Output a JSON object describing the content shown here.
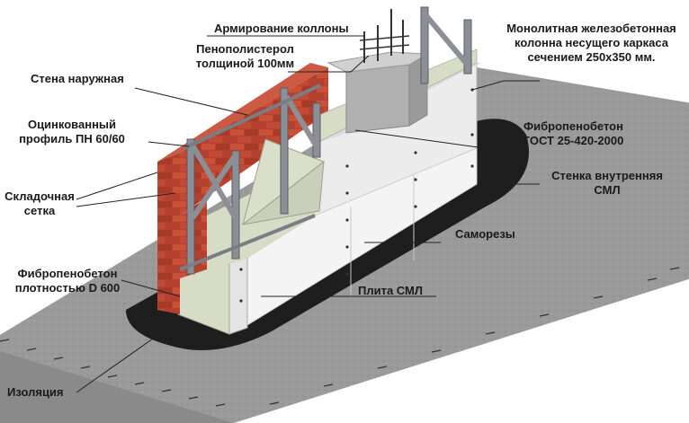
{
  "labels": {
    "column_reinforcement": "Армирование коллоны",
    "polystyrene": [
      "Пенополистерол",
      "толщиной 100мм"
    ],
    "outer_wall": "Стена наружная",
    "galvanized_profile": [
      "Оцинкованный",
      "профиль ПН 60/60"
    ],
    "mesh": [
      "Складочная",
      "сетка"
    ],
    "fiber_foam_density": [
      "Фибропенобетон",
      "плотностью D 600"
    ],
    "insulation": "Изоляция",
    "monolithic_column": [
      "Монолитная железобетонная",
      "колонна несущего каркаса",
      "сечением 250х350 мм."
    ],
    "fiber_foam_gost": [
      "Фибропенобетон",
      "ГОСТ 25-420-2000"
    ],
    "inner_wall": [
      "Стенка внутренняя",
      "СМЛ"
    ],
    "screws": "Саморезы",
    "sml_board": "Плита СМЛ"
  },
  "colors": {
    "brick": "#b8402e",
    "mortar": "#d8c8b8",
    "concrete": "#b0b0b0",
    "board": "#f2f2f2",
    "foam": "#d6dcc6",
    "steel": "#8c9096",
    "ground": "#9a9a9a",
    "insulation": "#1e1e1e"
  }
}
